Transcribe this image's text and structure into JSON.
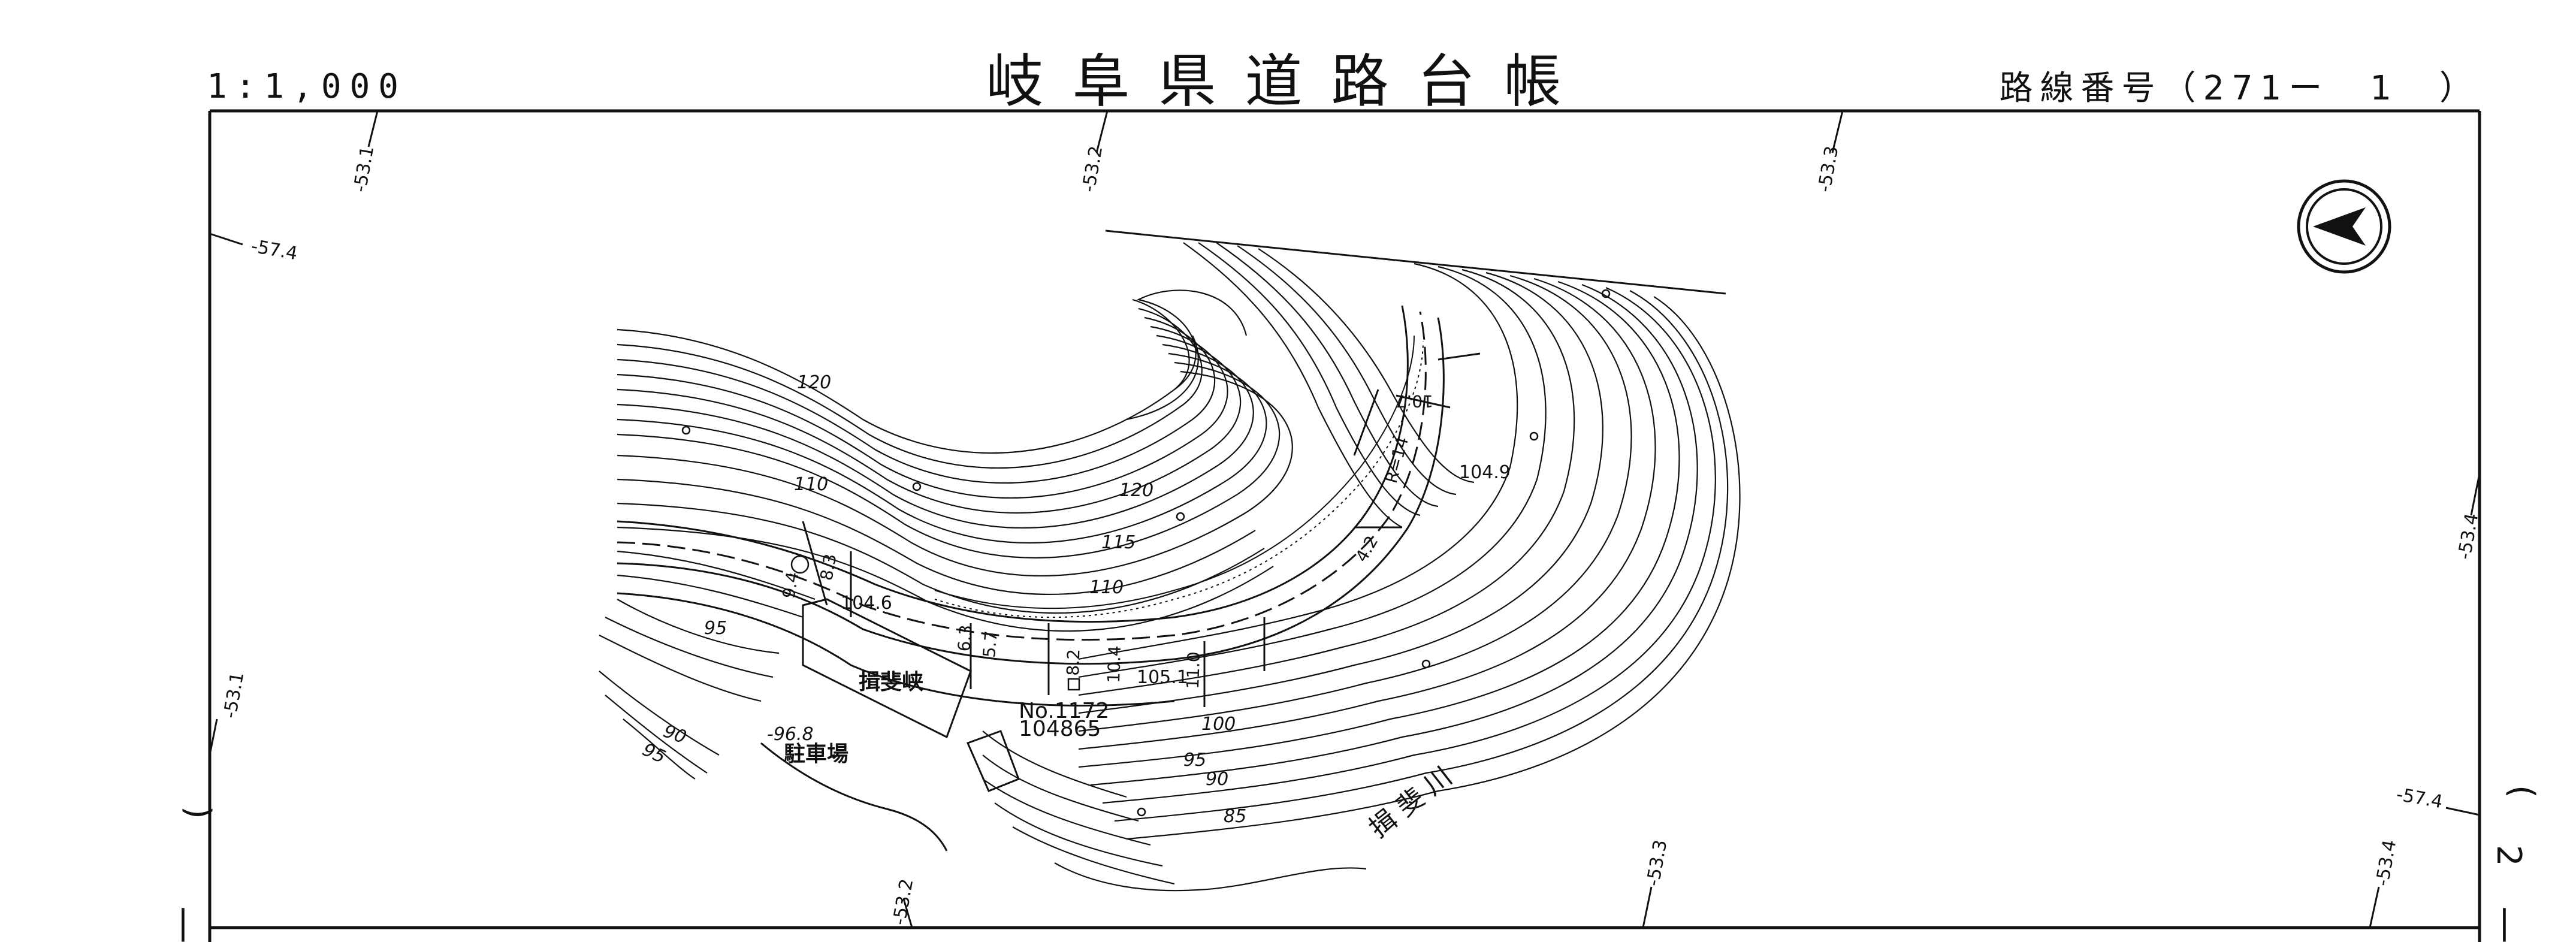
{
  "header": {
    "title": "岐阜県道路台帳",
    "scale": "1:1,000",
    "route_number": "路線番号（271ー　1　）"
  },
  "map": {
    "grid_values": {
      "top": [
        "-53.1",
        "-53.2",
        "-53.3"
      ],
      "left": [
        "-57.4",
        "-53.1"
      ],
      "right": [
        "-53.4",
        "-57.4"
      ],
      "bottom": [
        "-53.2",
        "-53.3",
        "-53.4"
      ]
    },
    "contour_labels": [
      "120",
      "120",
      "110",
      "115",
      "110",
      "95",
      "90",
      "95",
      "100",
      "95",
      "90",
      "85"
    ],
    "dimension_labels": [
      "9.4",
      "8.3",
      "6.3",
      "5.7",
      "8.2",
      "10.4",
      "11.0",
      "4.2",
      "10.7",
      "R=14"
    ],
    "elevation_labels": [
      "104.6",
      "105.1",
      "104.9",
      "-96.8"
    ],
    "station_label": "No.1172",
    "station_chainage": "104865",
    "place_labels": {
      "gorge": "揖斐峡",
      "parking": "駐車場",
      "river": "揖 斐 川"
    },
    "margin_marks": {
      "left_paren": ")",
      "left_dash": "|",
      "right_paren": "(",
      "right_number": "2",
      "right_dash": "|"
    },
    "north_arrow_icon": "north-arrow-icon"
  }
}
